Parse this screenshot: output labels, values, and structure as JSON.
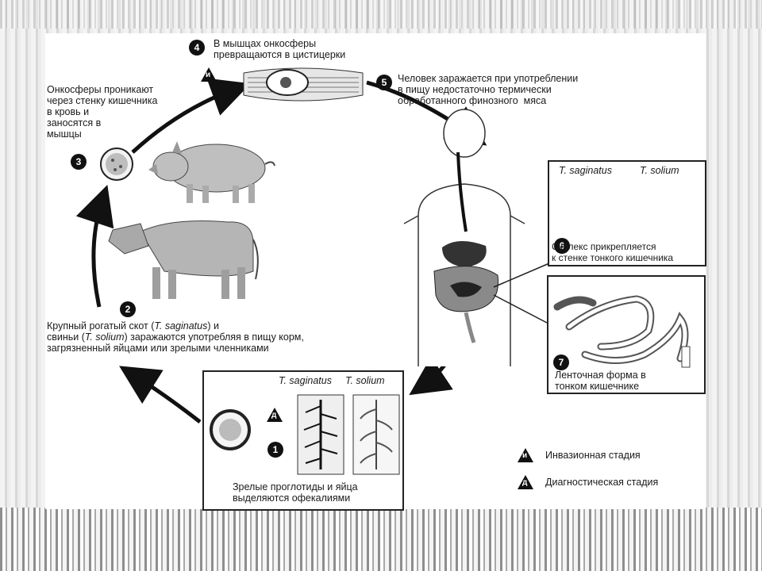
{
  "stages": {
    "s1": {
      "num": "1",
      "text": "Зрелые проглотиды и яйца\nвыделяются офекалиями"
    },
    "s2": {
      "num": "2",
      "line1": "Крупный рогатый скот (",
      "sp1": "T. saginatus",
      "line1b": ") и",
      "line2a": "свиньи (",
      "sp2": "T. solium",
      "line2b": ") заражаются употребляя в пищу корм,",
      "line3": "загрязненный яйцами или зрелыми членниками"
    },
    "s3": {
      "num": "3",
      "text": "Онкосферы проникают\nчерез стенку кишечника\nв кровь и\nзаносятся в\nмышцы"
    },
    "s4": {
      "num": "4",
      "text": "В мышцах онкосферы\nпревращаются в цистицерки",
      "badge": "и"
    },
    "s5": {
      "num": "5",
      "text": "Человек заражается при употреблении\nв пищу недостаточно термически\nобработанного финозного  мяса"
    },
    "s6": {
      "num": "6",
      "species1": "T. saginatus",
      "species2": "T. solium",
      "text": "Сколекс прикрепляется\nк стенке тонкого кишечника"
    },
    "s7": {
      "num": "7",
      "text": "Ленточная форма в\nтонком кишечнике"
    }
  },
  "box1": {
    "species1": "T. saginatus",
    "species2": "T. solium",
    "badge": "д"
  },
  "legend": [
    {
      "badge": "и",
      "label": "Инвазионная стадия"
    },
    {
      "badge": "д",
      "label": "Диагностическая стадия"
    }
  ]
}
